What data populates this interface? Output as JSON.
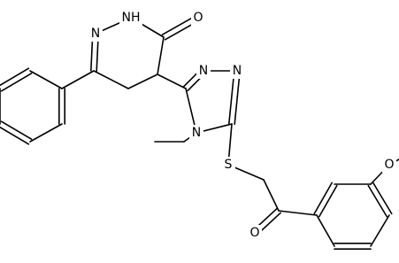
{
  "diagram": {
    "atom_labels": {
      "nh": "NH",
      "o_carbonyl_top": "O",
      "n_pyridazine": "N",
      "n_triazole_top_left": "N",
      "n_triazole_top_right": "N",
      "n_triazole_ethyl": "N",
      "s_thioether": "S",
      "o_ketone": "O",
      "o_methoxy": "O"
    }
  }
}
